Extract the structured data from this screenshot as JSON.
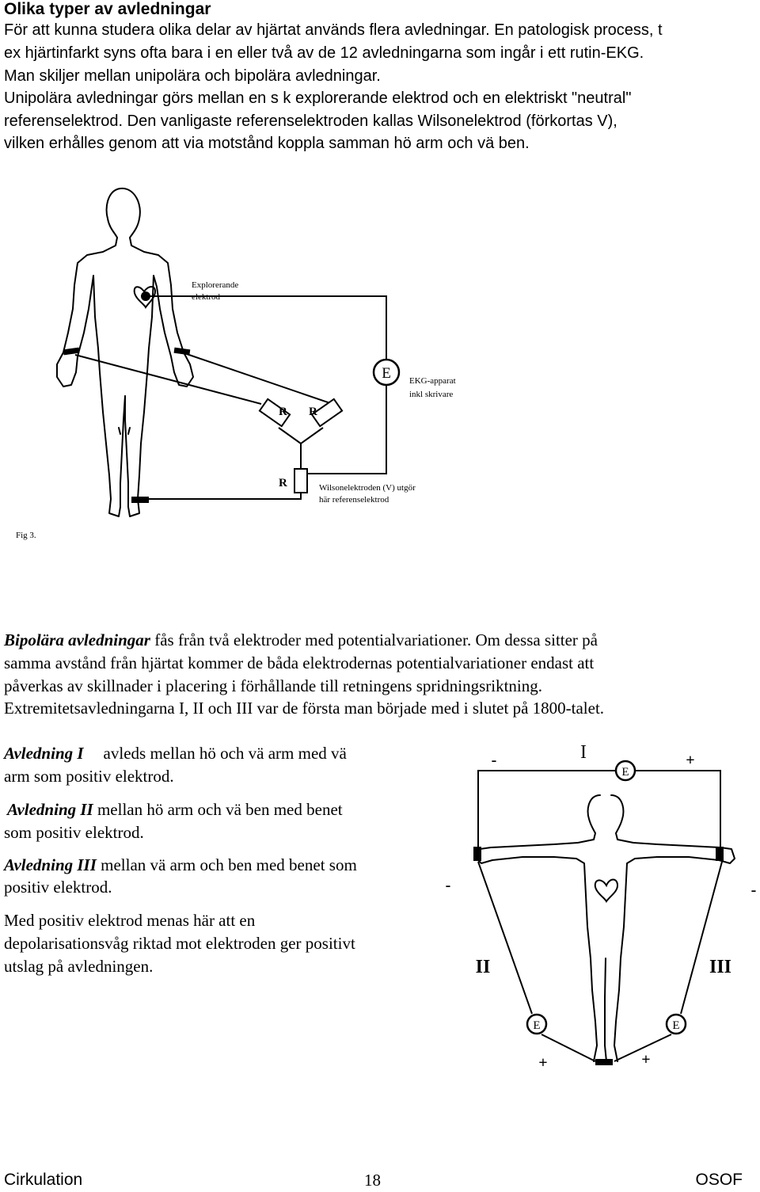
{
  "heading": "Olika typer av avledningar",
  "intro_lines": [
    "För att kunna studera olika delar av hjärtat används flera avledningar. En patologisk process, t",
    "ex hjärtinfarkt syns ofta bara i en eller två av de 12 avledningarna som ingår i ett rutin-EKG.",
    "Man skiljer mellan unipolära och bipolära avledningar.",
    "Unipolära avledningar görs mellan en s k explorerande elektrod och en elektriskt \"neutral\"",
    "referenselektrod. Den vanligaste referenselektroden kallas Wilsonelektrod (förkortas V),",
    "vilken erhålles genom att via motstånd koppla samman hö arm och vä ben."
  ],
  "figure3": {
    "label_explorerande": [
      "Explorerande",
      "elektrod"
    ],
    "label_ekg": [
      "EKG-apparat",
      "inkl skrivare"
    ],
    "label_wilson": [
      "Wilsonelektroden (V) utgör",
      "här referenselektrod"
    ],
    "ekg_symbol": "E",
    "resistor_symbol": "R",
    "caption": "Fig 3."
  },
  "bipolar": {
    "lead_term": "Bipolära avledningar",
    "line1_rest": " fås från två elektroder med potentialvariationer. Om dessa sitter på",
    "lines": [
      "samma avstånd från hjärtat kommer de båda elektrodernas potentialvariationer endast att",
      "påverkas av skillnader i placering i förhållande till retningens spridningsriktning.",
      "Extremitetsavledningarna I, II och III var de första man började med i slutet på 1800-talet."
    ]
  },
  "leads": {
    "lead1_term": "Avledning I",
    "lead1_rest": "avleds mellan hö och vä arm med vä",
    "lead1_line2": "arm som positiv elektrod.",
    "lead2_term": "Avledning II",
    "lead2_rest": " mellan hö arm och vä ben med benet",
    "lead2_line2": "som positiv elektrod.",
    "lead3_term": "Avledning III",
    "lead3_rest": " mellan vä arm och ben med benet som",
    "lead3_line2": "positiv elektrod.",
    "note_lines": [
      "Med positiv elektrod menas här att en",
      "depolarisationsvåg riktad mot elektroden ger positivt",
      "utslag på avledningen."
    ]
  },
  "figure_bipolar": {
    "lead_I": "I",
    "lead_II": "II",
    "lead_III": "III",
    "electrode_symbol": "E",
    "minus": "-",
    "plus": "+"
  },
  "footer": {
    "left": "Cirkulation",
    "center": "18",
    "right": "OSOF"
  }
}
